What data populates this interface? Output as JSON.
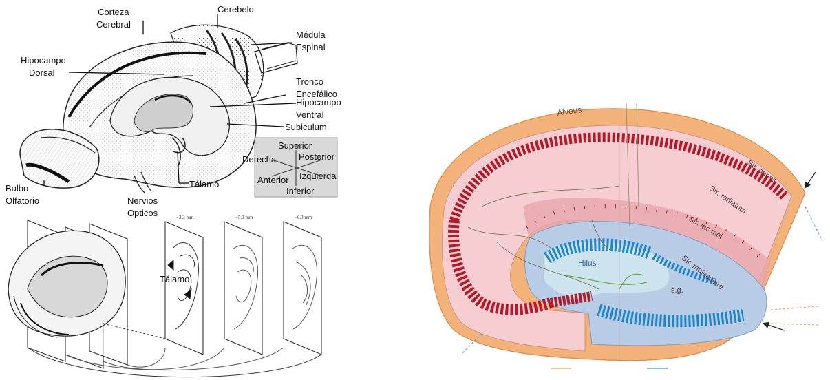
{
  "brain_figure": {
    "labels": {
      "corteza_cerebral_1": "Corteza",
      "corteza_cerebral_2": "Cerebral",
      "cerebelo": "Cerebelo",
      "medula_1": "Médula",
      "medula_2": "Espinal",
      "hipocampo_dorsal_1": "Hipocampo",
      "hipocampo_dorsal_2": "Dorsal",
      "tronco_1": "Tronco",
      "tronco_2": "Encefálico",
      "hipocampo_ventral_1": "Hipocampo",
      "hipocampo_ventral_2": "Ventral",
      "subiculum": "Subiculum",
      "talamo": "Tálamo",
      "bulbo_1": "Bulbo",
      "bulbo_2": "Olfatorio",
      "nervios_1": "Nervios",
      "nervios_2": "Opticos"
    },
    "orientation": {
      "superior": "Superior",
      "posterior": "Posterior",
      "derecha": "Derecha",
      "izquierda": "Izquierda",
      "anterior": "Anterior",
      "inferior": "Inferior"
    }
  },
  "sections_figure": {
    "talamo": "Tálamo",
    "depths": [
      "−2.3 mm",
      "−5.3 mm",
      "−6.3 mm"
    ]
  },
  "hippocampus_figure": {
    "alveus": "Alveus",
    "str_oriens": "Str. oriens",
    "str_radiatum": "Str. radiatum",
    "str_lac_mol": "Str. lac mol",
    "str_moleculare": "Str. moleculare",
    "hilus": "Hilus",
    "sg": "s.g."
  },
  "colors": {
    "alveus": "#f2b27a",
    "ca_field": "#f6cdd0",
    "pyramidal": "#b01c2c",
    "dentate": "#b9cce6",
    "granule": "#1e86c8",
    "fibers": "#7a8a5a"
  }
}
